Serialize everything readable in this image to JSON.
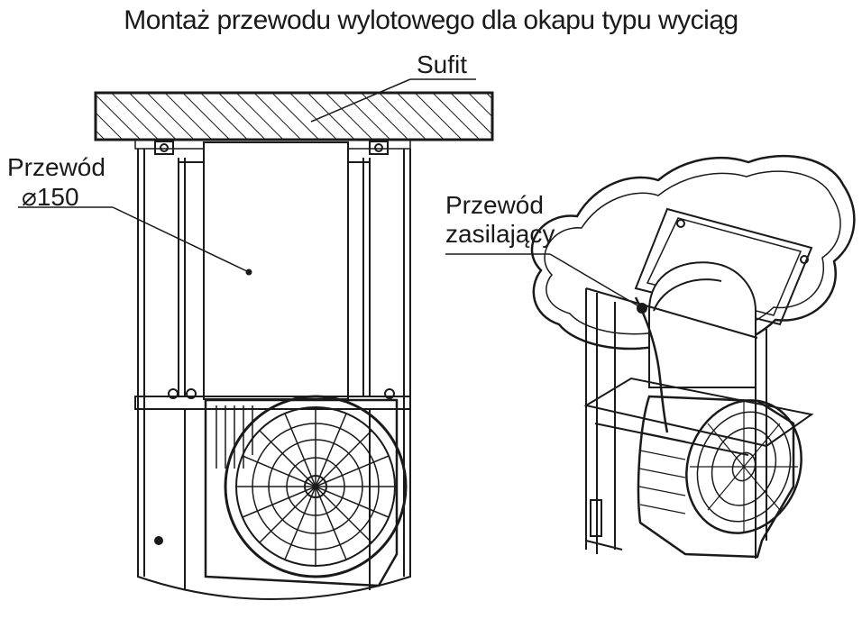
{
  "title": "Montaż przewodu wylotowego dla okapu typu wyciąg",
  "labels": {
    "ceiling": "Sufit",
    "duct_line1": "Przewód",
    "duct_line2": "⌀150",
    "power_line1": "Przewód",
    "power_line2": "zasilający"
  },
  "colors": {
    "line": "#1a1a1a",
    "background": "#ffffff"
  }
}
